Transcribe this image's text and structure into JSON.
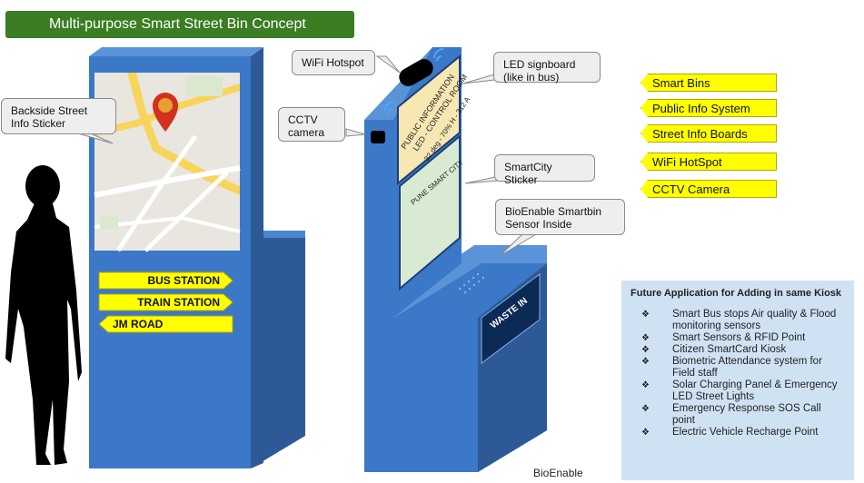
{
  "title": "Multi-purpose Smart Street Bin Concept",
  "callouts": {
    "backside": "Backside Street Info Sticker",
    "wifi": "WiFi Hotspot",
    "led": "LED signboard (like in bus)",
    "cctv": "CCTV camera",
    "smartcity": "SmartCity Sticker",
    "sensor": "BioEnable Smartbin Sensor Inside"
  },
  "direction_signs": [
    "BUS STATION",
    "TRAIN STATION",
    "JM ROAD"
  ],
  "led_sign_lines": [
    "PUBLIC INFORMATION",
    "LED - CONTROL ROOM",
    "32 deg - 70% H - 312 A"
  ],
  "smartcity_sticker_text": "PUNE SMART CITY",
  "waste_label": "WASTE IN",
  "features": [
    "Smart Bins",
    "Public Info System",
    "Street Info Boards",
    "WiFi HotSpot",
    "CCTV Camera"
  ],
  "future": {
    "heading": "Future Application for Adding in same Kiosk",
    "items": [
      "Smart Bus stops Air quality & Flood monitoring sensors",
      "Smart Sensors & RFID Point",
      "Citizen SmartCard Kiosk",
      "Biometric Attendance system for Field staff",
      "Solar Charging Panel & Emergency LED Street Lights",
      "Emergency Response SOS Call point",
      "Electric Vehicle Recharge Point"
    ],
    "bullet": "❖"
  },
  "footer": "BioEnable",
  "colors": {
    "kiosk_front": "#3c78c8",
    "kiosk_side": "#2d5a96",
    "title_bg": "#3a7d22",
    "sign_yellow": "#ffff00",
    "panel_bg": "#cfe2f3"
  }
}
